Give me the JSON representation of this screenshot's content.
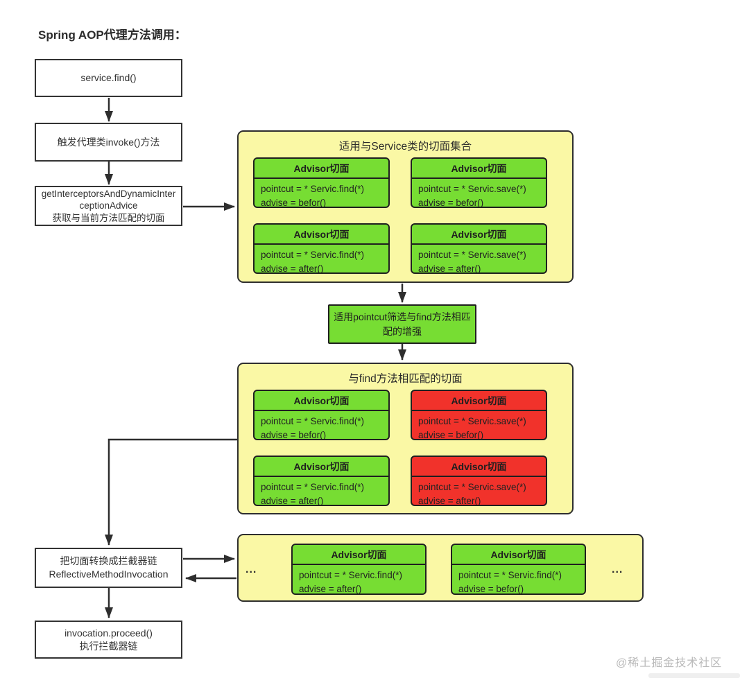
{
  "title": "Spring AOP代理方法调用：",
  "labels": {
    "advisor_header": "Advisor切面",
    "ellipsis": "..."
  },
  "flow_boxes": {
    "service_call": "service.find()",
    "invoke": "触发代理类invoke()方法",
    "get_interceptors_line1": "getInterceptorsAndDynamicInterceptionAdvice",
    "get_interceptors_line2": "获取与当前方法匹配的切面",
    "build_chain_line1": "把切面转换成拦截器链",
    "build_chain_line2": "ReflectiveMethodInvocation",
    "proceed_line1": "invocation.proceed()",
    "proceed_line2": "执行拦截器链"
  },
  "filter_step": "适用pointcut筛选与find方法相匹配的增强",
  "service_aspects": {
    "title": "适用与Service类的切面集合",
    "advisors": [
      {
        "pointcut": "pointcut = * Servic.find(*)",
        "advise": "advise = befor()",
        "color": "green"
      },
      {
        "pointcut": "pointcut = * Servic.save(*)",
        "advise": "advise = befor()",
        "color": "green"
      },
      {
        "pointcut": "pointcut = * Servic.find(*)",
        "advise": "advise = after()",
        "color": "green"
      },
      {
        "pointcut": "pointcut = * Servic.save(*)",
        "advise": "advise = after()",
        "color": "green"
      }
    ]
  },
  "matched_aspects": {
    "title": "与find方法相匹配的切面",
    "advisors": [
      {
        "pointcut": "pointcut = * Servic.find(*)",
        "advise": "advise = befor()",
        "color": "green"
      },
      {
        "pointcut": "pointcut = * Servic.save(*)",
        "advise": "advise = befor()",
        "color": "red"
      },
      {
        "pointcut": "pointcut = * Servic.find(*)",
        "advise": "advise = after()",
        "color": "green"
      },
      {
        "pointcut": "pointcut = * Servic.save(*)",
        "advise": "advise = after()",
        "color": "red"
      }
    ]
  },
  "interceptor_chain": {
    "advisors": [
      {
        "pointcut": "pointcut = * Servic.find(*)",
        "advise": "advise = after()",
        "color": "green"
      },
      {
        "pointcut": "pointcut = * Servic.find(*)",
        "advise": "advise = befor()",
        "color": "green"
      }
    ]
  },
  "watermark": "@稀土掘金技术社区",
  "colors": {
    "container_yellow": "#FAF8A5",
    "advisor_green": "#77DD33",
    "advisor_red": "#F1322B",
    "line_dark": "#2E2E2E"
  }
}
